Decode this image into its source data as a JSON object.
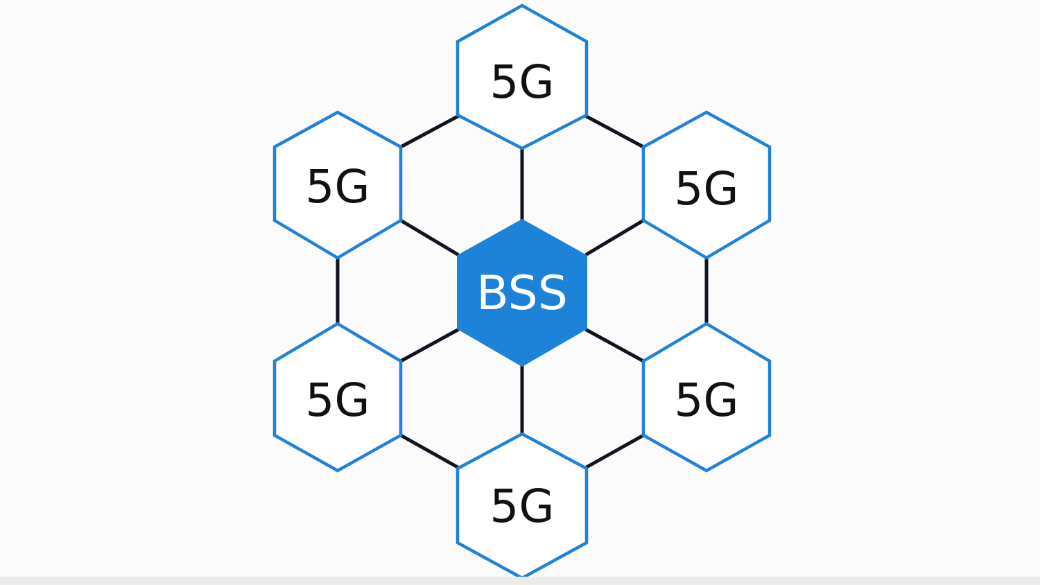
{
  "diagram": {
    "center": {
      "label": "BSS"
    },
    "nodes": [
      {
        "label": "5G"
      },
      {
        "label": "5G"
      },
      {
        "label": "5G"
      },
      {
        "label": "5G"
      },
      {
        "label": "5G"
      },
      {
        "label": "5G"
      }
    ]
  }
}
